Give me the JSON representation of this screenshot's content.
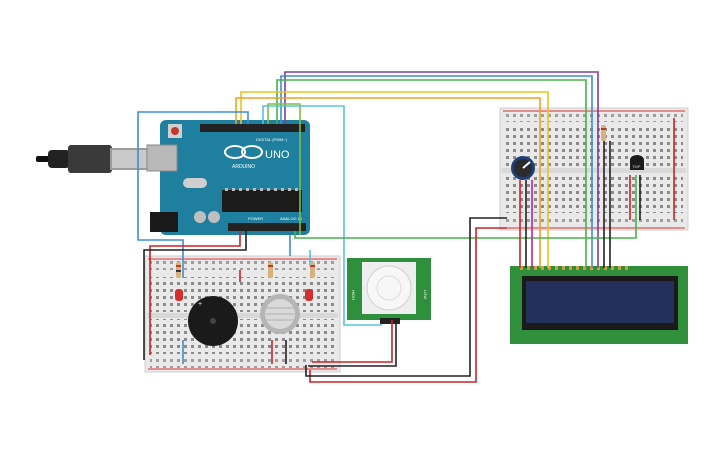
{
  "arduino": {
    "brand": "ARDUINO",
    "model": "UNO",
    "digital_label": "DIGITAL (PWM~)",
    "power_label": "POWER",
    "analog_label": "ANALOG IN"
  },
  "pir_sensor": {
    "label_left": "HIGH",
    "label_right": "LOW"
  },
  "temp_sensor": {
    "label": "TMP"
  },
  "colors": {
    "board_teal": "#1f7f9e",
    "lcd_green": "#2f8f3a",
    "lcd_screen": "#24305c",
    "pir_green": "#2e8f3c",
    "breadboard": "#e9e9e9",
    "wire_blue": "#3b8fd0",
    "wire_orange": "#f0a020",
    "wire_yellow": "#e9c31f",
    "wire_green": "#45b24a",
    "wire_purple": "#7b3fa0",
    "wire_red": "#cc2222",
    "wire_black": "#222222",
    "wire_cyan": "#5ac0e0",
    "wire_lime": "#7cc040"
  },
  "icons": [
    "usb-cable-icon",
    "reset-button-icon",
    "potentiometer-icon",
    "buzzer-icon",
    "gas-sensor-icon",
    "led-icon",
    "resistor-icon"
  ]
}
